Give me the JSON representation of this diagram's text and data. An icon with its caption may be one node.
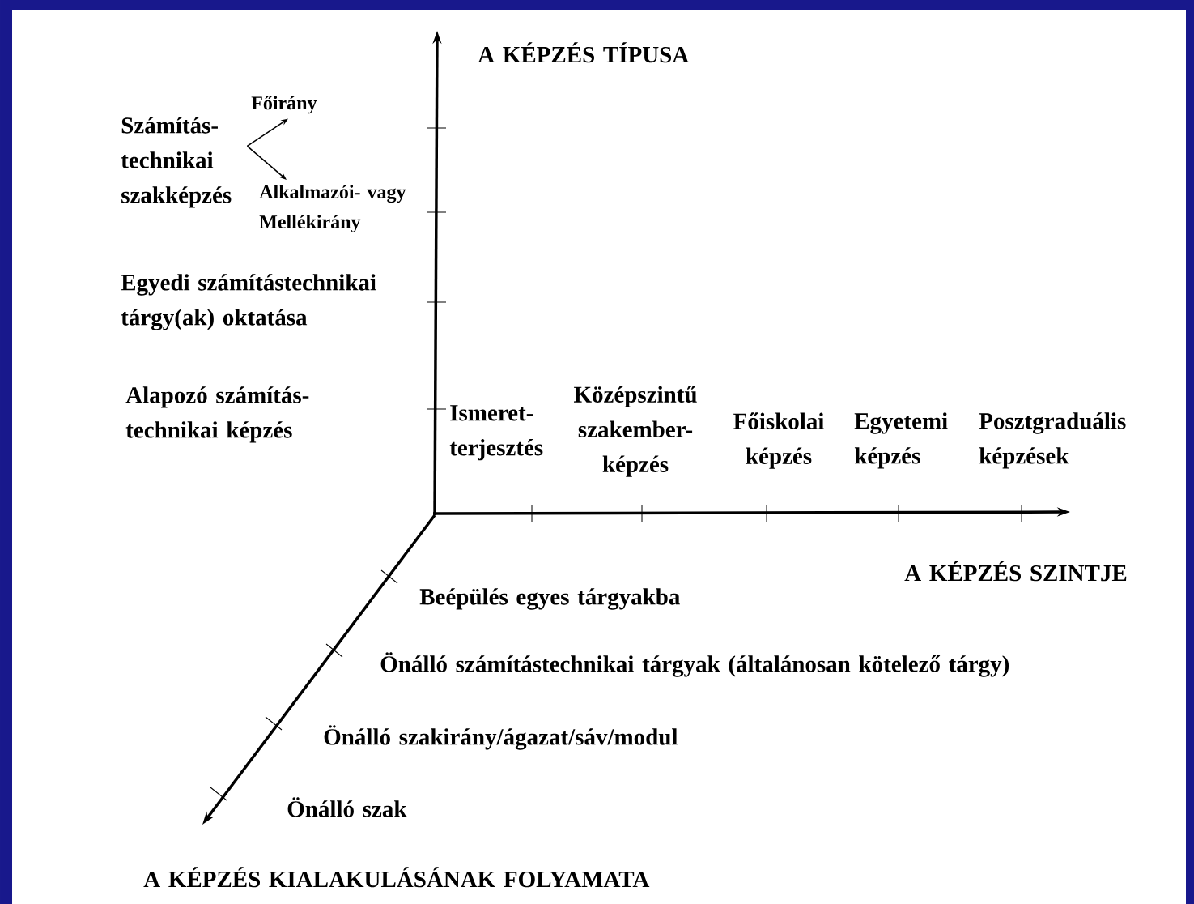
{
  "diagram": {
    "nodes": [
      {
        "text": [
          "Számítás-technikai szakképzés"
        ]
      },
      {
        "text": [
          "Főirány"
        ]
      },
      {
        "text": [
          "Alkalmazói- vagy Mellékirány"
        ]
      }
    ],
    "edges": [
      {
        "from": 0,
        "to": 1,
        "arrow": "to"
      },
      {
        "from": 0,
        "to": 2,
        "arrow": "to"
      }
    ],
    "labels": [
      "A KÉPZÉS TÍPUSA",
      "Egyedi számítástechnikai tárgy(ak) oktatása",
      "Alapozó számítás-technikai képzés",
      "Ismeret-terjesztés",
      "Középszintű szakember-képzés",
      "Főiskolai képzés",
      "Egyetemi képzés",
      "Posztgraduális képzések",
      "A KÉPZÉS SZINTJE",
      "Beépülés egyes tárgyakba",
      "Önálló számítástechnikai tárgyak (általánosan kötelező tárgy)",
      "Önálló szakirány/ágazat/sáv/modul",
      "Önálló szak",
      "A KÉPZÉS KIALAKULÁSÁNAK FOLYAMATA"
    ]
  }
}
